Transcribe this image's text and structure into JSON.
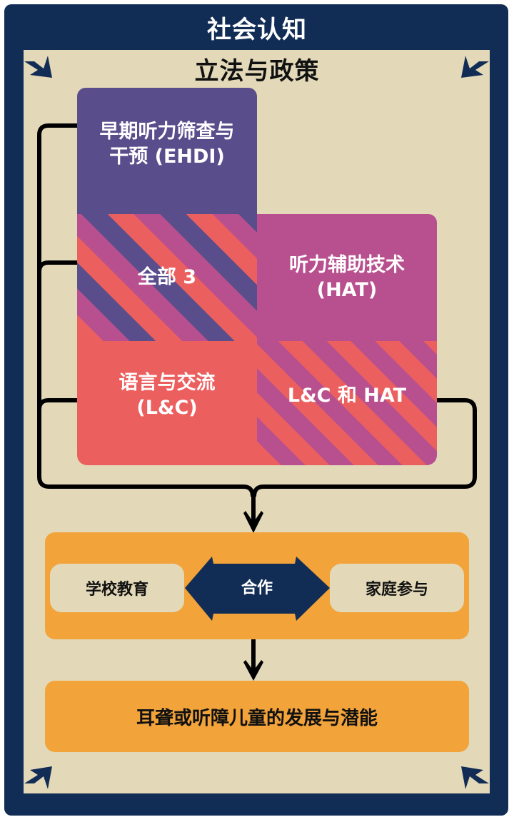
{
  "outer_label": "社会认知",
  "inner_label": "立法与政策",
  "components": {
    "ehdi": {
      "line1": "早期听力筛查与",
      "line2": "干预 (EHDI)"
    },
    "all_three": "全部 3",
    "hat": {
      "line1": "听力辅助技术",
      "line2": "(HAT)"
    },
    "lc": {
      "line1": "语言与交流",
      "line2": "(L&C)"
    },
    "lc_and_hat": "L&C 和 HAT"
  },
  "collaboration": {
    "left": "学校教育",
    "center": "合作",
    "right": "家庭参与"
  },
  "outcome": "耳聋或听障儿童的发展与潜能",
  "colors": {
    "navy": "#122d55",
    "beige": "#e3d9b9",
    "purple": "#5a4d8b",
    "magenta": "#b84f8e",
    "coral": "#ec5f5f",
    "orange": "#f2a33a",
    "line": "#000000"
  },
  "icons": {
    "corner_arrows": "inward-pointing-arrow-icon",
    "flow_arrows": "down-arrow-icon",
    "collab_arrow": "double-headed-arrow-icon"
  }
}
